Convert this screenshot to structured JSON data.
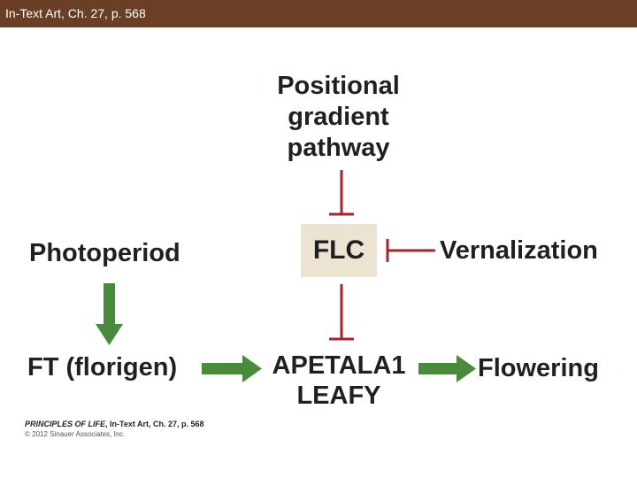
{
  "header": {
    "title": "In-Text Art, Ch. 27, p. 568",
    "background_color": "#6b3e26"
  },
  "diagram": {
    "nodes": {
      "positional_gradient": [
        "Positional",
        "gradient",
        "pathway"
      ],
      "photoperiod": "Photoperiod",
      "flc": "FLC",
      "vernalization": "Vernalization",
      "ft": "FT (florigen)",
      "apetala": [
        "APETALA1",
        "LEAFY"
      ],
      "flowering": "Flowering"
    },
    "edges": [
      {
        "from": "positional_gradient",
        "to": "flc",
        "type": "inhibit"
      },
      {
        "from": "vernalization",
        "to": "flc",
        "type": "inhibit"
      },
      {
        "from": "flc",
        "to": "apetala",
        "type": "inhibit"
      },
      {
        "from": "photoperiod",
        "to": "ft",
        "type": "promote"
      },
      {
        "from": "ft",
        "to": "apetala",
        "type": "promote"
      },
      {
        "from": "apetala",
        "to": "flowering",
        "type": "promote"
      }
    ],
    "colors": {
      "inhibit": "#a4262c",
      "promote": "#4a8a3c",
      "flc_box": "#ece3d3",
      "text": "#231f20"
    }
  },
  "credit": {
    "line1_italic": "PRINCIPLES OF LIFE",
    "line1_rest": ", In-Text Art, Ch. 27, p. 568",
    "line2": "© 2012 Sinauer Associates, Inc."
  }
}
